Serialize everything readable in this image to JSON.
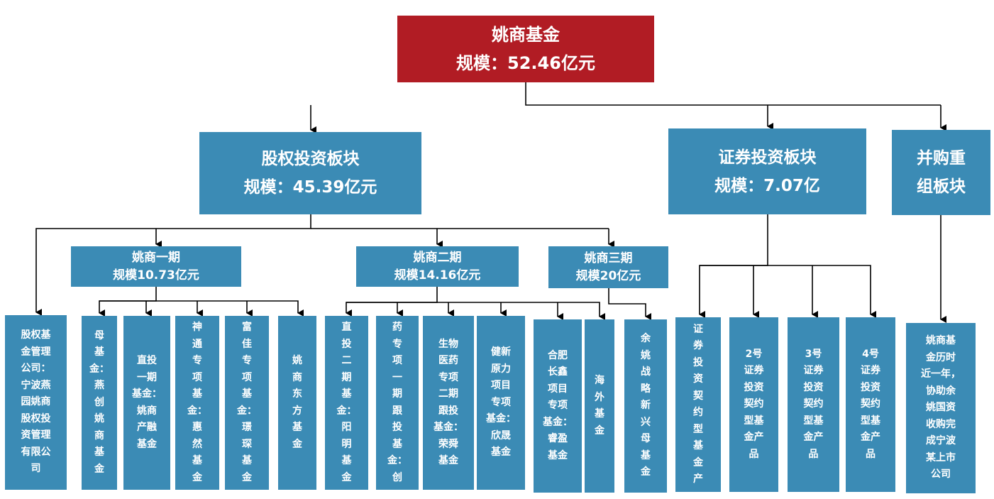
{
  "root": {
    "name": "姚商基金",
    "scale": "规模：52.46亿元",
    "color": "#b11c24"
  },
  "segments": {
    "equity": {
      "name": "股权投资板块",
      "scale": "规模：45.39亿元"
    },
    "securities": {
      "name": "证券投资板块",
      "scale": "规模：7.07亿"
    },
    "mna": {
      "name": "并购重\n组板块"
    }
  },
  "phases": {
    "phase1": {
      "name": "姚商一期",
      "scale": "规模10.73亿元"
    },
    "phase2": {
      "name": "姚商二期",
      "scale": "规模14.16亿元"
    },
    "phase3": {
      "name": "姚商三期",
      "scale": "规模20亿元"
    }
  },
  "leaves": {
    "gp": "股权基\n金管理\n公司：\n宁波燕\n园姚商\n股权投\n资管理\n有限公\n司",
    "p1_mother": "母\n基\n金：\n燕\n创\n姚\n商\n基\n金",
    "p1_direct": "直投\n一期\n基金：\n姚商\n产融\n基金",
    "p1_shentong": "神\n通\n专\n项\n基\n金：\n惠\n然\n基\n金",
    "p1_fujia": "富\n佳\n专\n项\n基\n金：\n璟\n琛\n基\n金",
    "p1_dongfang": "姚\n商\n东\n方\n基\n金",
    "p2_direct": "直\n投\n二\n期\n基\n金：\n阳\n明\n基\n金",
    "p2_pharma": "药\n专\n项\n一\n期\n跟\n投\n基\n金：\n创",
    "p2_bio": "生物\n医药\n专项\n二期\n跟投\n基金：\n荣舜\n基金",
    "p2_jianxin": "健新\n原力\n项目\n专项\n基金：\n欣晟\n基金",
    "p2_hefei": "合肥\n长鑫\n项目\n专项\n基金：\n睿盈\n基金",
    "p2_overseas": "海\n外\n基\n金",
    "p3_yuyao": "余\n姚\n战\n略\n新\n兴\n母\n基\n金",
    "s1": "证\n券\n投\n资\n契\n约\n型\n基\n金\n产",
    "s2": "2号\n证券\n投资\n契约\n型基\n金产\n品",
    "s3": "3号\n证券\n投资\n契约\n型基\n金产\n品",
    "s4": "4号\n证券\n投资\n契约\n型基\n金产\n品",
    "mna_desc": "姚商基\n金历时\n近一年，\n协助余\n姚国资\n收购完\n成宁波\n某上市\n公司"
  },
  "colors": {
    "root": "#b11c24",
    "box": "#3b8bb5",
    "line": "#000000",
    "text": "#ffffff"
  }
}
